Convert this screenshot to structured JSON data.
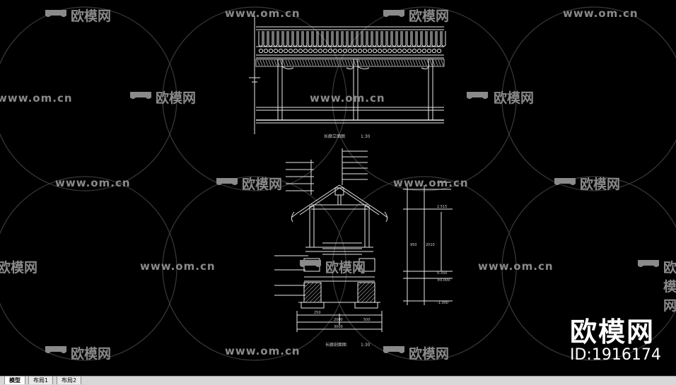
{
  "watermark": {
    "site": "www.om.cn",
    "brand": "欧模网"
  },
  "brand_stamp": {
    "name": "欧模网",
    "id": "ID:1916174"
  },
  "drawing": {
    "elevation_title": "长廊立面图",
    "elevation_scale": "1:30",
    "section_title": "长廊剖面图",
    "section_scale": "1:30",
    "dims": {
      "width_total": "3000",
      "bay": "2000",
      "col_a": "250",
      "col_b": "500",
      "elev_a": "2.515",
      "elev_b": "0.350",
      "elev_c": "±0.000",
      "elev_d": "-1.000",
      "h1": "2010",
      "h2": "950"
    }
  },
  "tabs": [
    {
      "label": "模型",
      "active": true
    },
    {
      "label": "布局1",
      "active": false
    },
    {
      "label": "布局2",
      "active": false
    }
  ]
}
